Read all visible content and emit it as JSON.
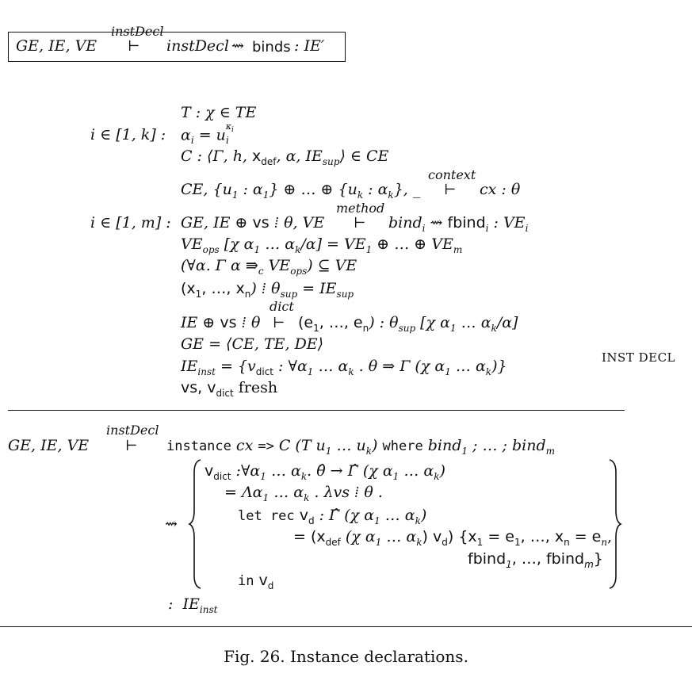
{
  "header": {
    "lhs": "GE, IE, VE",
    "over": "instDecl",
    "turnstile": "⊢",
    "rhs_a": "instDecl",
    "rhs_arrow": "⇝",
    "rhs_b": "binds",
    "rhs_c": ": IE′"
  },
  "premises": {
    "p1": "T : χ ∈ TE",
    "p2_quant": "i ∈ [1, k] :",
    "p2_a": "α",
    "p2_i": "i",
    "p2_b": " = u",
    "p2_sup": "κ",
    "p2_supsub": "i",
    "p2_sub": "i",
    "p3": "C : ⟨Γ, h, ",
    "p3_x": "x",
    "p3_def": "def",
    "p3_rest": ", α, IE",
    "p3_sup": "sup",
    "p3_end": "⟩  ∈  CE",
    "p4_a": "CE, {u",
    "p4_1": "1",
    "p4_b": " : α",
    "p4_c": "} ⊕ … ⊕ {u",
    "p4_k": "k",
    "p4_d": " : α",
    "p4_e": "}, _",
    "p4_over": "context",
    "p4_f": "cx : θ",
    "p5_quant": "i ∈ [1, m] :",
    "p5_a": "GE, IE ⊕ ",
    "p5_vs": "vs",
    "p5_b": " ⁞ θ, VE",
    "p5_over": "method",
    "p5_bind": "bind",
    "p5_arrow": "⇝",
    "p5_fbind": "fbind",
    "p5_c": " : VE",
    "p6": "VE",
    "p6_ops": "ops",
    "p6_rest": " [χ α",
    "p6_rest2": " … α",
    "p6_rest3": "/α] = VE",
    "p6_rest4": " ⊕ … ⊕ VE",
    "p6_m": "m",
    "p7_a": "(∀α. Γ α ⇛",
    "p7_c": "c",
    "p7_b": " VE",
    "p7_ops": "ops",
    "p7_end": ") ⊆ VE",
    "p8_a": "(x",
    "p8_b": ", …, x",
    "p8_n": "n",
    "p8_c": ") ⁞ θ",
    "p8_sup": "sup",
    "p8_d": " = IE",
    "p8_sup2": "sup",
    "p9_a": "IE ⊕ ",
    "p9_vs": "vs",
    "p9_b": " ⁞ θ",
    "p9_over": "dict",
    "p9_c": "(e",
    "p9_d": ", …, e",
    "p9_n": "n",
    "p9_e": ") : θ",
    "p9_sup": "sup",
    "p9_f": " [χ α",
    "p9_g": " … α",
    "p9_h": "/α]",
    "p10": "GE = ⟨CE, TE, DE⟩",
    "p11_a": "IE",
    "p11_inst": "inst",
    "p11_b": " = {v",
    "p11_dict": "dict",
    "p11_c": " : ∀α",
    "p11_d": " … α",
    "p11_e": " . θ ⇒ Γ (χ α",
    "p11_f": " … α",
    "p11_g": ")}",
    "p12_a": "vs, v",
    "p12_dict": "dict",
    "p12_b": " fresh"
  },
  "rule_name": "INST DECL",
  "conclusion": {
    "lhs": "GE, IE, VE",
    "over": "instDecl",
    "kw_instance": "instance",
    "cx": " cx ",
    "kw_arrow": "=>",
    "c": " C  (T u",
    "uk": " … u",
    "k": "k",
    "close": ") ",
    "kw_where": "where",
    "bind": " bind",
    "sep": " ; … ; bind",
    "m": "m",
    "squig": "⇝",
    "b1_a": "v",
    "b1_dict": "dict",
    "b1_b": " :∀α",
    "b1_c": " … α",
    "b1_d": ". θ̂ → Γ̂ (χ α",
    "b1_e": " … α",
    "b1_f": ")",
    "b2_a": "= Λα",
    "b2_b": " … α",
    "b2_c": " . λvs ⁞ θ .",
    "b3_let": "let rec",
    "b3_a": " v",
    "b3_d": "d",
    "b3_b": " : Γ̂ (χ α",
    "b3_c": " … α",
    "b3_e": ")",
    "b4_a": "= (x",
    "b4_def": "def",
    "b4_b": " (χ α",
    "b4_c": " … α",
    "b4_d": ") v",
    "b4_dd": "d",
    "b4_e": ") {x",
    "b4_f": " = e",
    "b4_g": ", …, x",
    "b4_n": "n",
    "b4_h": " = e",
    "b4_i": ",",
    "b5_a": "fbind",
    "b5_b": ", …, fbind",
    "b5_m": "m",
    "b5_c": "}",
    "b6_in": "in",
    "b6_a": " v",
    "b6_d": "d",
    "colon": ":",
    "ie": "IE",
    "inst": "inst"
  },
  "caption": "Fig. 26.  Instance declarations."
}
